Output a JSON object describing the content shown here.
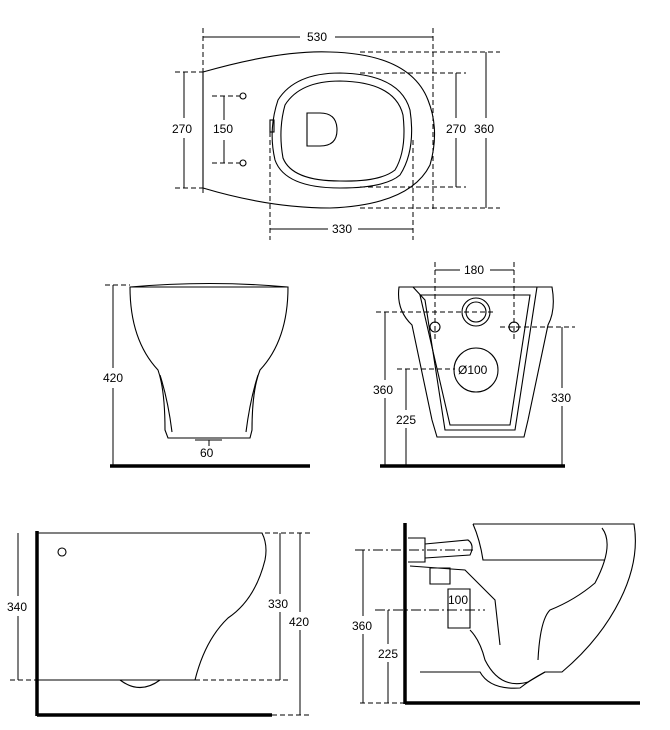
{
  "top_view": {
    "overall_length": "530",
    "wall_width": "270",
    "fixing_spacing": "150",
    "seat_width": "270",
    "overall_width": "360",
    "seat_length": "330"
  },
  "front_view": {
    "height": "420",
    "base_width": "60"
  },
  "rear_view": {
    "fixing_spacing": "180",
    "outlet_diameter": "Ø100",
    "fixing_height": "360",
    "outlet_height": "225",
    "inlet_height": "330"
  },
  "side_view": {
    "rim_height_left": "340",
    "rim_height_right": "330",
    "total_height": "420"
  },
  "section_view": {
    "inlet_height": "360",
    "outlet_height": "225",
    "outlet_size": "100"
  }
}
